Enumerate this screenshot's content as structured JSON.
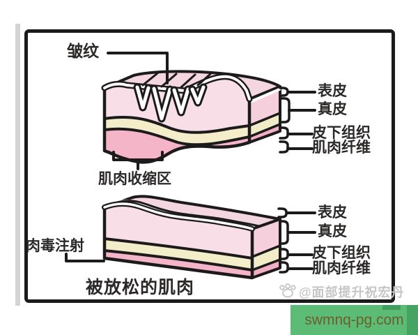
{
  "figure": {
    "top_block": {
      "wrinkle_label": "皱纹",
      "contraction_label": "肌肉收缩区",
      "layers": [
        "表皮",
        "真皮",
        "皮下组织",
        "肌肉纤维"
      ]
    },
    "bottom_block": {
      "injection_label": "肉毒注射",
      "relaxed_label": "被放松的肌肉",
      "layers": [
        "表皮",
        "真皮",
        "皮下组织",
        "肌肉纤维"
      ]
    },
    "watermark": "@面部提升祝宏丹"
  },
  "banner": {
    "text": "swmnq-pg.com"
  },
  "colors": {
    "outline": "#1c1a1a",
    "epidermis": "#ffffff",
    "top_face": "#f3d6e0",
    "dermis": "#f8dfe7",
    "side_dermis": "#f5cfdb",
    "subcutaneous": "#f3edca",
    "side_subcutaneous": "#f1ebc8",
    "muscle": "#f4b5c8",
    "side_muscle": "#f2aec3",
    "banner_green": "#5cbc76",
    "banner_text": "#6d5e2c",
    "watermark_gray": "#c6c6c6"
  }
}
